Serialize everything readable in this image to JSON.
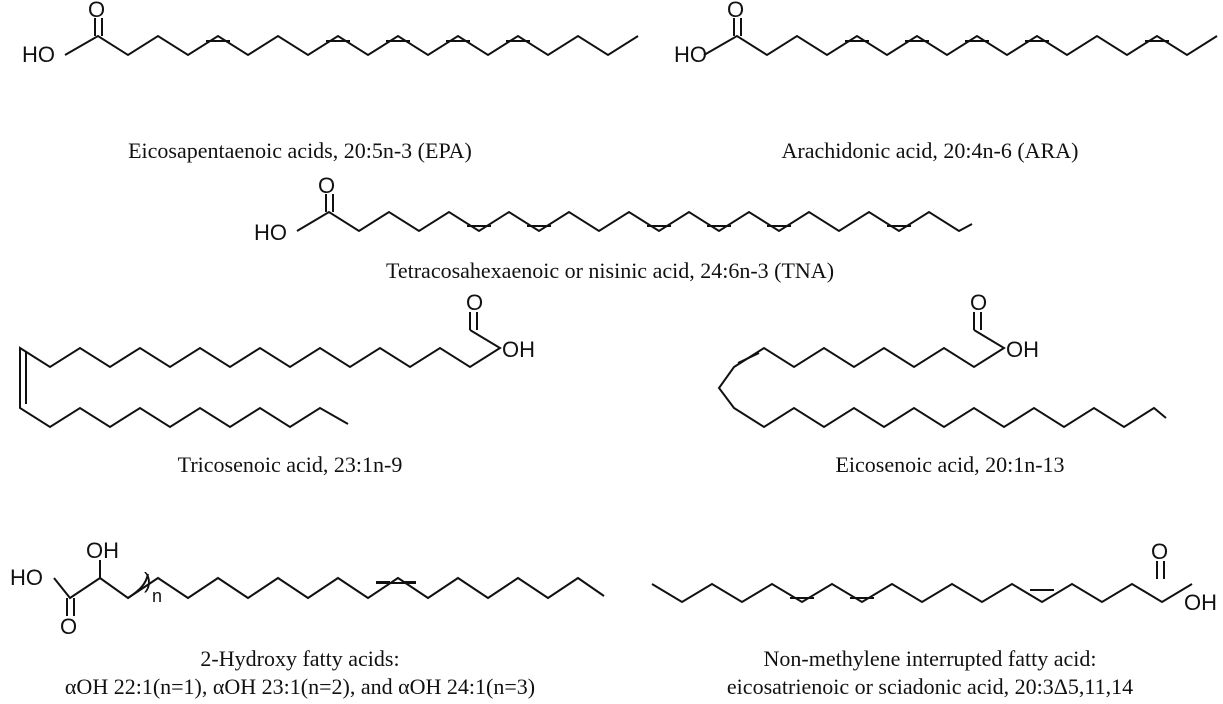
{
  "atoms": {
    "oxygen": "O",
    "hydroxyl": "HO",
    "hydroxyl_right": "OH",
    "subscript_n": "n"
  },
  "captions": {
    "epa": "Eicosapentaenoic acids, 20:5n-3 (EPA)",
    "ara": "Arachidonic acid, 20:4n-6 (ARA)",
    "tna": "Tetracosahexaenoic or nisinic acid, 24:6n-3 (TNA)",
    "tricosenoic": "Tricosenoic acid, 23:1n-9",
    "eicosenoic": "Eicosenoic acid, 20:1n-13",
    "hydroxy_line1": "2-Hydroxy fatty acids:",
    "hydroxy_line2": "αOH 22:1(n=1), αOH 23:1(n=2), and αOH 24:1(n=3)",
    "nmi_line1": "Non-methylene interrupted fatty acid:",
    "nmi_line2": "eicosatrienoic or sciadonic acid, 20:3Δ5,11,14"
  }
}
